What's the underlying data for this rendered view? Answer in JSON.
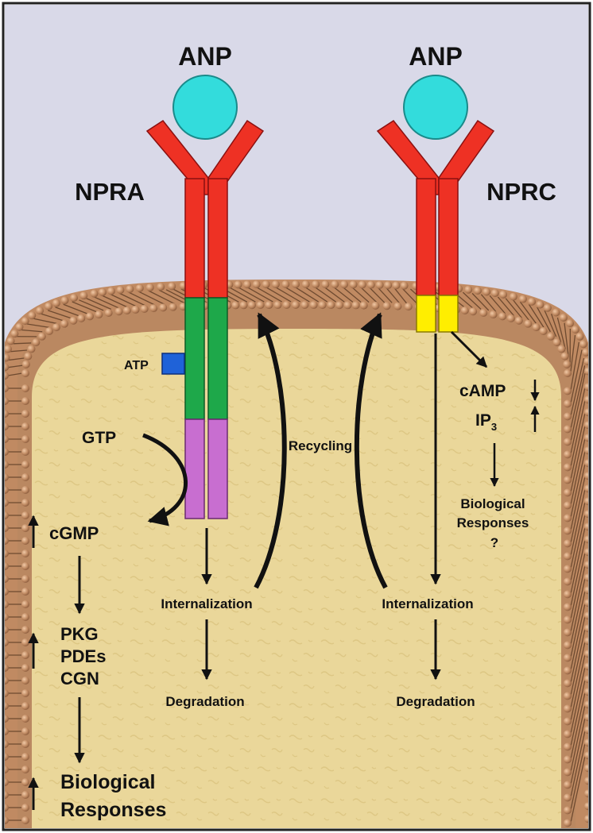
{
  "colors": {
    "extracellular": "#d9d9e8",
    "cytoplasm": "#ead79a",
    "membrane_head": "#c08a62",
    "ligand": "#33dcdc",
    "extracellular_domain": "#ee3124",
    "npra_kinase_domain": "#1ea84a",
    "npra_guanylyl_cyclase_domain": "#c86ed0",
    "nprc_intracellular_domain": "#ffee00",
    "atp_site": "#1f62d8"
  },
  "ligands": {
    "left": "ANP",
    "right": "ANP"
  },
  "receptors": {
    "left": "NPRA",
    "right": "NPRC"
  },
  "npra_pathway": {
    "atp": "ATP",
    "gtp": "GTP",
    "cgmp": "cGMP",
    "effectors": [
      "PKG",
      "PDEs",
      "CGN"
    ],
    "responses": [
      "Biological",
      "Responses"
    ],
    "internalization": "Internalization",
    "degradation": "Degradation"
  },
  "recycling": "Recycling",
  "nprc_pathway": {
    "camp": "cAMP",
    "ip3": "IP",
    "ip3_subscript": "3",
    "responses": [
      "Biological",
      "Responses",
      "?"
    ],
    "internalization": "Internalization",
    "degradation": "Degradation"
  }
}
